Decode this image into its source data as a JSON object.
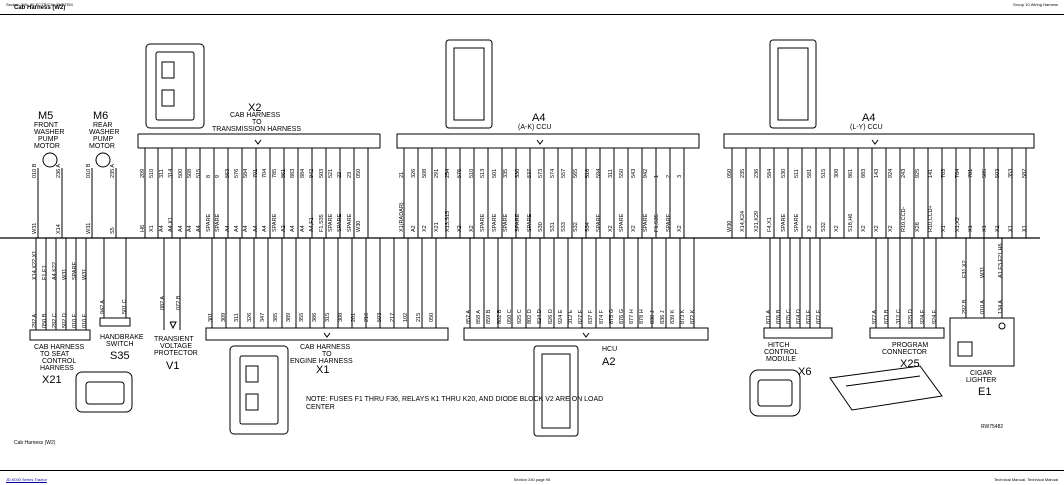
{
  "header": {
    "left": "Section 240 - ELECTRICAL SYSTEM",
    "right": "Group 10 Wiring Harness"
  },
  "title": "Cab Harness (W2)",
  "caption": "Cab Harness (W2)",
  "footer": {
    "left": "JD 6000 Series Tractor",
    "center": "Section 240 page 96",
    "right": "Technical Manual, Technical Manual"
  },
  "connectors": {
    "m5": {
      "id": "M5",
      "desc": [
        "FRONT",
        "WASHER",
        "PUMP",
        "MOTOR"
      ]
    },
    "m6": {
      "id": "M6",
      "desc": [
        "REAR",
        "WASHER",
        "PUMP",
        "MOTOR"
      ]
    },
    "x2": {
      "id": "X2",
      "desc": [
        "CAB HARNESS",
        "TO",
        "TRANSMISSION HARNESS"
      ]
    },
    "a4a": {
      "id": "A4",
      "desc": "(A-K) CCU"
    },
    "a4b": {
      "id": "A4",
      "desc": "(L-Y) CCU"
    },
    "x21": {
      "id": "X21",
      "desc": [
        "CAB HARNESS",
        "TO SEAT",
        "CONTROL",
        "HARNESS"
      ]
    },
    "s35": {
      "id": "S35",
      "desc": [
        "HANDBRAKE",
        "SWITCH"
      ]
    },
    "v1": {
      "id": "V1",
      "desc": [
        "TRANSIENT",
        "VOLTAGE",
        "PROTECTOR"
      ]
    },
    "x1": {
      "id": "X1",
      "desc": [
        "CAB HARNESS",
        "TO",
        "ENGINE HARNESS"
      ]
    },
    "a2": {
      "id": "A2",
      "desc": "HCU"
    },
    "x6": {
      "id": "X6",
      "desc": [
        "HITCH",
        "CONTROL",
        "MODULE"
      ]
    },
    "x25": {
      "id": "X25",
      "desc": [
        "PROGRAM",
        "CONNECTOR"
      ]
    },
    "e1": {
      "id": "E1",
      "desc": [
        "CIGAR",
        "LIGHTER"
      ]
    }
  },
  "note": {
    "prefix": "NOTE:",
    "text": "FUSES F1 THRU F36, RELAYS K1 THRU K20, AND DIODE BLOCK V2 ARE ON LOAD CENTER"
  },
  "ref_id": "RW75482",
  "wires": {
    "m5_top": [
      "010 B",
      "236 A"
    ],
    "m5_bot": [
      "W31",
      "X14"
    ],
    "m6_top": [
      "010 B",
      "235 A"
    ],
    "m6_bot": [
      "W31",
      "S5"
    ],
    "x2_pins": [
      "209",
      "510",
      "311",
      "314",
      "500",
      "508",
      "515",
      "8",
      "9",
      "563",
      "576",
      "584",
      "701",
      "704",
      "785",
      "861",
      "883",
      "884",
      "942",
      "503",
      "521",
      "22",
      "23",
      "050"
    ],
    "x2_sig": [
      "H6",
      "X1",
      "A4",
      "A4,X1",
      "A4",
      "A4",
      "A4",
      "SPARE",
      "SPARE",
      "A4",
      "A4",
      "A4",
      "A4",
      "A4",
      "SPARE",
      "A2",
      "A4",
      "A4",
      "A4,F1",
      "F1,S35",
      "SPARE",
      "SPARE",
      "SPARE",
      "W30"
    ],
    "a4a_pins": [
      "21",
      "326",
      "508",
      "291",
      "254",
      "576",
      "510",
      "513",
      "501",
      "335",
      "330",
      "537",
      "573",
      "574",
      "557",
      "565",
      "516",
      "594",
      "311",
      "550",
      "543",
      "942",
      "1",
      "2",
      "3"
    ],
    "a4a_sig": [
      "X1(RADAR)",
      "A2",
      "X2",
      "X21",
      "X13,S15",
      "X2",
      "X2",
      "SPARE",
      "SPARE",
      "SPARE",
      "SPARE",
      "SPARE",
      "S30",
      "S31",
      "S33",
      "S32",
      "S34",
      "SPARE",
      "X2",
      "SPARE",
      "X2",
      "SPARE",
      "F1,S35",
      "SPARE",
      "X2"
    ],
    "a4b_pins": [
      "050",
      "235",
      "236",
      "584",
      "530",
      "511",
      "581",
      "515",
      "308",
      "861",
      "883",
      "143",
      "924",
      "243",
      "925",
      "141",
      "703",
      "704",
      "701",
      "505",
      "503",
      "353",
      "582"
    ],
    "a4b_sig": [
      "W30",
      "X14,K24",
      "X21,K29",
      "F4,X1",
      "SPARE",
      "SPARE",
      "X2",
      "S32",
      "X2",
      "S18,H6",
      "X2",
      "X2",
      "X2",
      "R10,CCD-",
      "X26",
      "R10,CCD+",
      "X1",
      "X1,X2",
      "X1",
      "X1",
      "X1",
      "X1",
      "X1"
    ],
    "x21_wires": [
      "292 A",
      "050 B",
      "292 C",
      "502 D",
      "010 E",
      "010 F"
    ],
    "x21_sig": [
      "X14,X22,X1",
      "F1,E1",
      "A4,K22",
      "W31",
      "SPARE",
      "W31"
    ],
    "s35_wires": [
      "942 A",
      "501 C"
    ],
    "v1_wires": [
      "082 A",
      "072 B"
    ],
    "x1_wires": [
      "301",
      "309",
      "311",
      "326",
      "347",
      "385",
      "389",
      "355",
      "386",
      "315",
      "308",
      "201",
      "216",
      "503",
      "217",
      "102",
      "215",
      "050"
    ],
    "a2_wires": [
      "857 A",
      "858 A",
      "859 B",
      "802 B",
      "050 C",
      "925 C",
      "802 D",
      "824 D",
      "826 D",
      "924 E",
      "312 E",
      "827 F",
      "837 F",
      "874 F",
      "875 G",
      "876 G",
      "877 H",
      "878 H",
      "838 J",
      "836 J",
      "839 K",
      "873 K",
      "872 K"
    ],
    "x6_wires": [
      "871 A",
      "876 B",
      "875 C",
      "874 D",
      "873 E",
      "872 F"
    ],
    "x25_wires": [
      "972 A",
      "873 B",
      "312 C",
      "925 D",
      "924 E",
      "924 F"
    ],
    "e1_wires": [
      "292 B",
      "010 A",
      "134 A"
    ],
    "e1_sig": [
      "F31,X2",
      "W31",
      "A1,E3,F21,H6"
    ]
  }
}
